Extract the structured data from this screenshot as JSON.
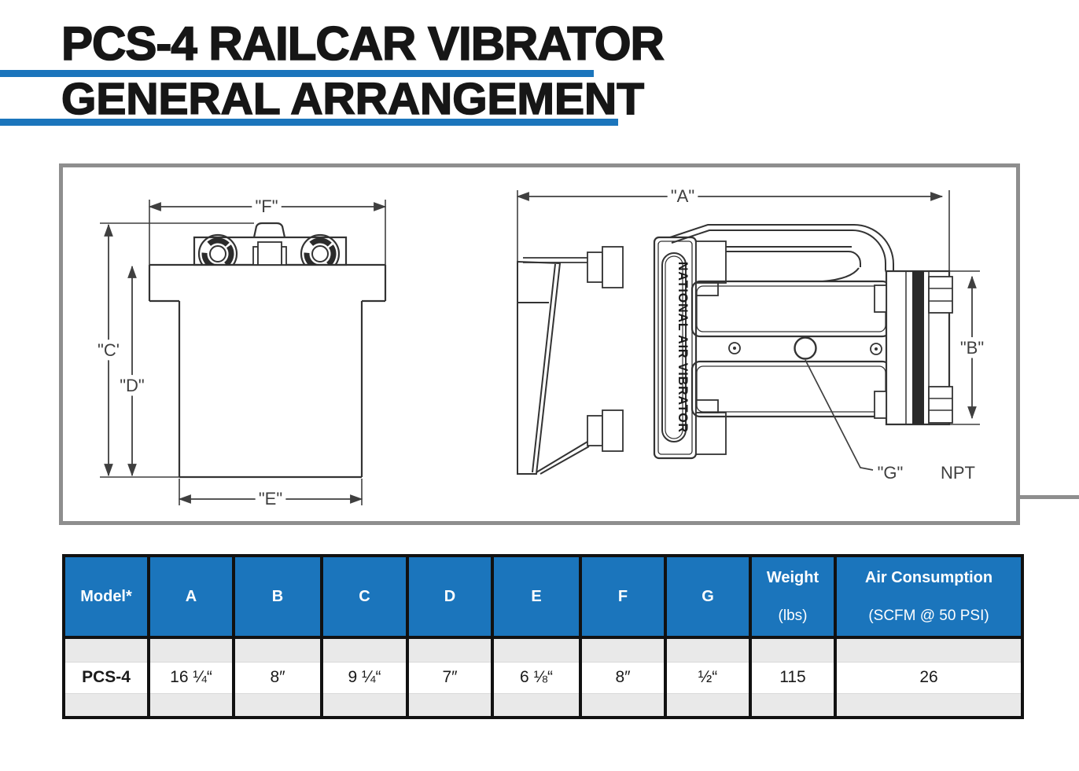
{
  "page": {
    "title_line1": "PCS-4 RAILCAR VIBRATOR",
    "title_line2": "GENERAL ARRANGEMENT"
  },
  "colors": {
    "accent_blue": "#1B75BC",
    "drawing_border_gray": "#8e8e8e",
    "table_border_black": "#111111",
    "spacer_row_gray": "#e9e9e9"
  },
  "drawing": {
    "labels": {
      "f": "\"F\"",
      "c": "\"C'",
      "d": "\"D\"",
      "e": "\"E\"",
      "a": "\"A\"",
      "b": "\"B\"",
      "g": "\"G\"",
      "npt": "NPT",
      "nameplate": "NATIONAL AIR VIBRATOR"
    }
  },
  "table": {
    "columns": [
      {
        "header": "Model*",
        "sub": ""
      },
      {
        "header": "A",
        "sub": ""
      },
      {
        "header": "B",
        "sub": ""
      },
      {
        "header": "C",
        "sub": ""
      },
      {
        "header": "D",
        "sub": ""
      },
      {
        "header": "E",
        "sub": ""
      },
      {
        "header": "F",
        "sub": ""
      },
      {
        "header": "G",
        "sub": ""
      },
      {
        "header": "Weight",
        "sub": "(lbs)"
      },
      {
        "header": "Air Consumption",
        "sub": "(SCFM @ 50 PSI)"
      }
    ],
    "row": [
      "PCS-4",
      "16 ¼“",
      "8″",
      "9 ¼“",
      "7″",
      "6 ⅛“",
      "8″",
      "½“",
      "115",
      "26"
    ]
  }
}
